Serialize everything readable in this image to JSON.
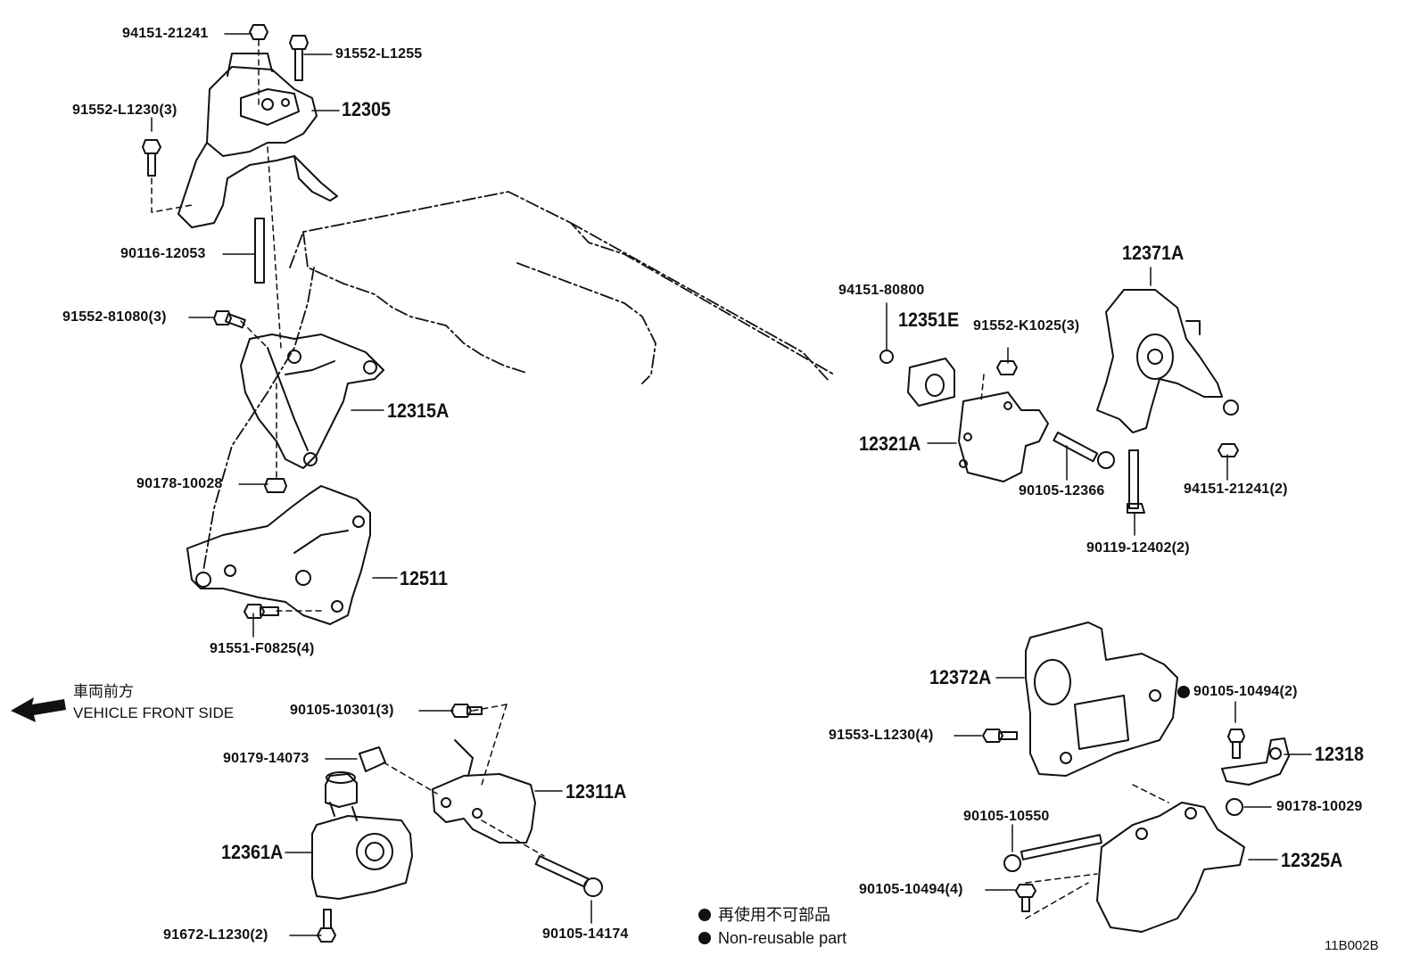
{
  "parts": {
    "p_94151_21241": "94151-21241",
    "p_91552_L1255": "91552-L1255",
    "p_91552_L1230_3": "91552-L1230(3)",
    "p_12305": "12305",
    "p_90116_12053": "90116-12053",
    "p_91552_81080_3": "91552-81080(3)",
    "p_12315A": "12315A",
    "p_90178_10028": "90178-10028",
    "p_12511": "12511",
    "p_91551_F0825_4": "91551-F0825(4)",
    "p_90105_10301_3": "90105-10301(3)",
    "p_90179_14073": "90179-14073",
    "p_12311A": "12311A",
    "p_12361A": "12361A",
    "p_90105_14174": "90105-14174",
    "p_91672_L1230_2": "91672-L1230(2)",
    "p_94151_80800": "94151-80800",
    "p_12351E": "12351E",
    "p_91552_K1025_3": "91552-K1025(3)",
    "p_12371A": "12371A",
    "p_12321A": "12321A",
    "p_90105_12366": "90105-12366",
    "p_94151_21241_2": "94151-21241(2)",
    "p_90119_12402_2": "90119-12402(2)",
    "p_12372A": "12372A",
    "p_90105_10494_2": "90105-10494(2)",
    "p_91553_L1230_4": "91553-L1230(4)",
    "p_12318": "12318",
    "p_90178_10029": "90178-10029",
    "p_90105_10550": "90105-10550",
    "p_12325A": "12325A",
    "p_90105_10494_4": "90105-10494(4)"
  },
  "direction": {
    "jp": "車両前方",
    "en": "VEHICLE FRONT SIDE"
  },
  "legend": {
    "jp": "再使用不可部品",
    "en": "Non-reusable part"
  },
  "figure_code": "11B002B"
}
